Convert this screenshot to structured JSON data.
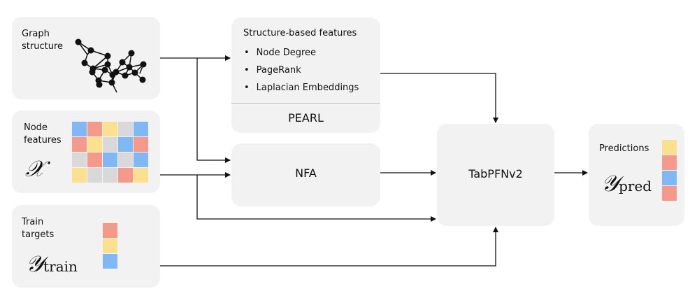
{
  "inputs": {
    "graph": {
      "label": "Graph\nstructure"
    },
    "node_features": {
      "label": "Node\nfeatures",
      "symbol": "𝒳"
    },
    "train_targets": {
      "label": "Train\ntargets",
      "symbol": "𝒴",
      "subscript": "train"
    }
  },
  "structure_box": {
    "title": "Structure-based features",
    "items": [
      "Node Degree",
      "PageRank",
      "Laplacian Embeddings"
    ],
    "footer": "PEARL"
  },
  "nfa_box": {
    "label": "NFA"
  },
  "model_box": {
    "label": "TabPFNv2"
  },
  "output": {
    "label": "Predictions",
    "symbol": "𝒴",
    "subscript": "pred"
  },
  "colors": {
    "blue": "#7fb8f5",
    "red": "#f59a8a",
    "yellow": "#fbe08e",
    "gray": "#d9d9d9",
    "box_bg": "#f2f2f2"
  },
  "feature_matrix": [
    [
      "blue",
      "red",
      "yellow",
      "gray",
      "blue"
    ],
    [
      "red",
      "yellow",
      "gray",
      "blue",
      "red"
    ],
    [
      "gray",
      "red",
      "blue",
      "gray",
      "blue"
    ],
    [
      "yellow",
      "gray",
      "gray",
      "red",
      "yellow"
    ]
  ],
  "train_target_colors": [
    "red",
    "yellow",
    "blue"
  ],
  "prediction_colors": [
    "yellow",
    "red",
    "blue",
    "red"
  ]
}
